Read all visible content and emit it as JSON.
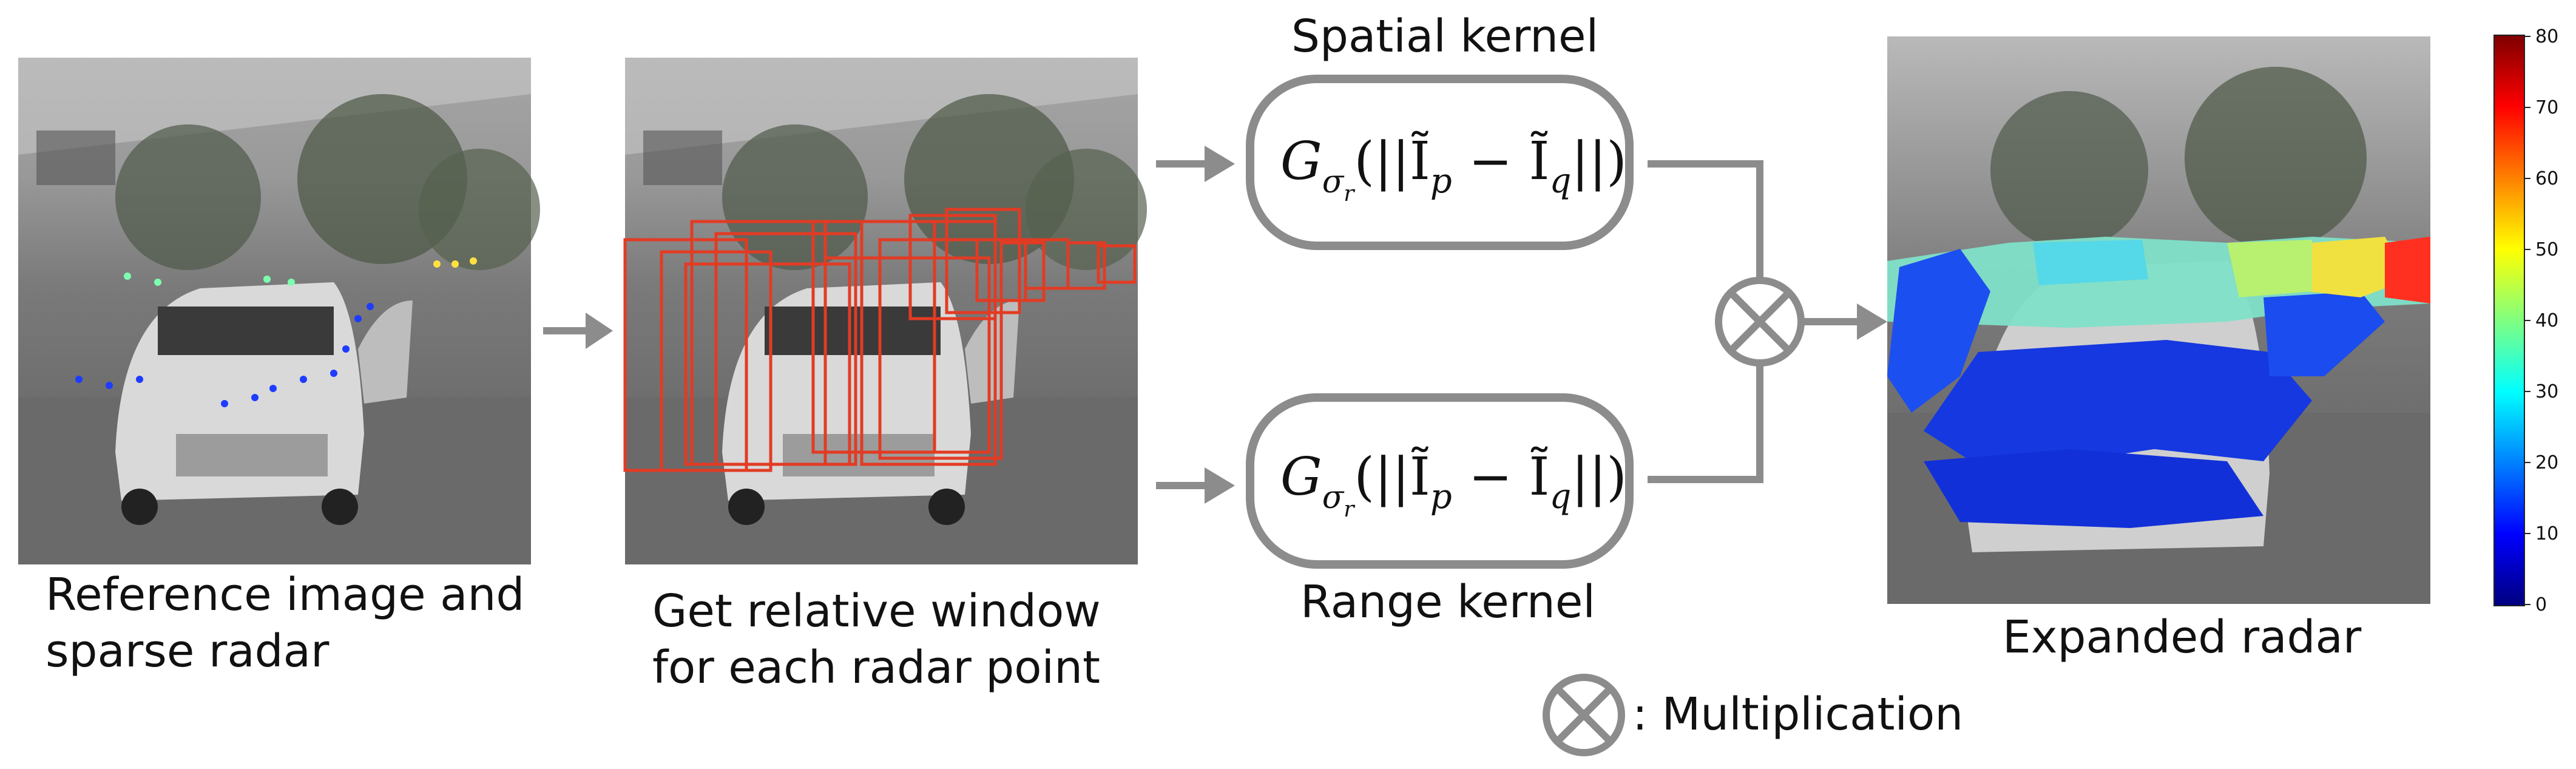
{
  "captions": {
    "reference": [
      "Reference image and",
      "sparse radar"
    ],
    "window": [
      "Get relative window",
      "for each radar point"
    ],
    "spatial_kernel": "Spatial kernel",
    "range_kernel": "Range kernel",
    "expanded": "Expanded radar",
    "legend": ": Multiplication"
  },
  "formulas": {
    "spatial": {
      "g": "G",
      "sub": "σ",
      "subsub": "r",
      "body": "(||Ĩ",
      "p": "p",
      "minus": " − Ĩ",
      "q": "q",
      "end": "||)"
    },
    "range": {
      "g": "G",
      "sub": "σ",
      "subsub": "r",
      "body": "(||Ĩ",
      "p": "p",
      "minus": " − Ĩ",
      "q": "q",
      "end": "||)"
    }
  },
  "colorbar": {
    "ticks": [
      "80",
      "70",
      "60",
      "50",
      "40",
      "30",
      "20",
      "10",
      "0"
    ],
    "colors": [
      "#7f0000",
      "#ff0000",
      "#ff8000",
      "#ffff00",
      "#80ff80",
      "#00ffff",
      "#0080ff",
      "#0000ff",
      "#00007f"
    ]
  },
  "icons": {
    "arrow": "right-arrow-icon",
    "multiply": "circled-times-icon"
  },
  "colors": {
    "gray": "#8c8c8c",
    "window_red": "#e23b24"
  }
}
